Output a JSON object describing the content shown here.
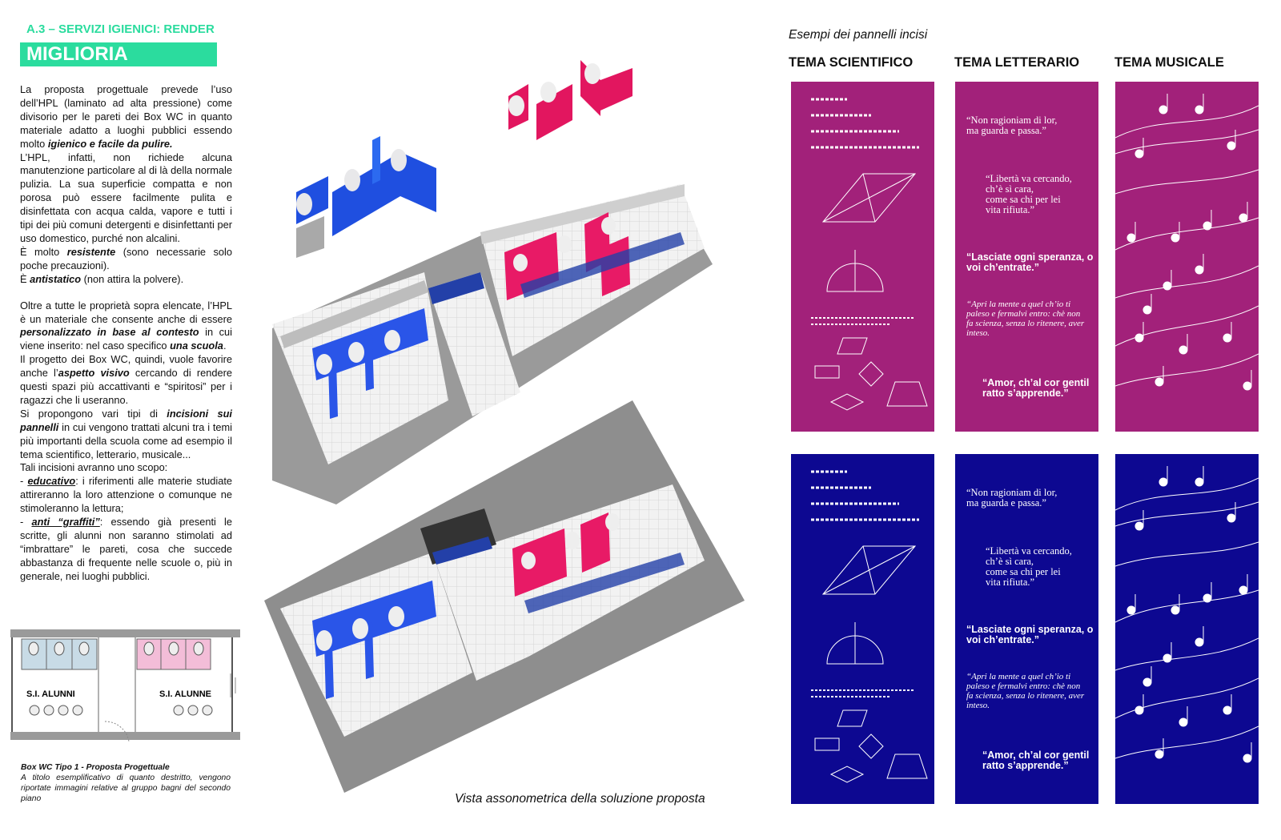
{
  "header": {
    "section": "A.3 – SERVIZI IGIENICI: RENDER",
    "badge": "MIGLIORIA"
  },
  "body": {
    "p1a": "La proposta progettuale prevede l’uso dell’HPL (laminato ad alta pressione) come divisorio per le pareti dei Box WC in quanto materiale adatto a luoghi pubblici essendo molto ",
    "p1b": "igienico e facile da pulire.",
    "p2": "L’HPL, infatti, non richiede alcuna manutenzione particolare al di là della normale pulizia. La sua superficie compatta e non porosa può essere facilmente pulita e disinfettata con acqua calda, vapore e tutti i tipi dei più comuni detergenti e disinfettanti per uso domestico, purché non alcalini.",
    "p3a": "È molto ",
    "p3b": "resistente",
    "p3c": " (sono necessarie solo poche precauzioni).",
    "p4a": "È ",
    "p4b": "antistatico",
    "p4c": " (non attira la polvere).",
    "p5a": "Oltre a tutte le proprietà sopra elencate, l’HPL è un materiale che consente anche di essere ",
    "p5b": "personalizzato in base al contesto",
    "p5c": " in cui viene inserito: nel caso specifico ",
    "p5d": "una scuola",
    ".": ".",
    "p6a": "Il progetto dei Box WC, quindi, vuole favorire anche l’",
    "p6b": "aspetto visivo",
    "p6c": " cercando di rendere questi spazi più accattivanti e “spiritosi” per i ragazzi che li useranno.",
    "p7a": "Si propongono vari tipi di ",
    "p7b": "incisioni sui pannelli",
    "p7c": " in cui vengono trattati alcuni tra i temi più importanti della scuola come ad esempio il tema  scientifico, letterario, musicale...",
    "p8": "Tali incisioni avranno uno scopo:",
    "p9a": "- ",
    "p9b": "educativo",
    "p9c": ": i riferimenti alle materie studiate attireranno la loro attenzione o comunque ne stimoleranno la lettura;",
    "p10a": "- ",
    "p10b": "anti “graffiti”",
    "p10c": ": essendo già presenti le scritte, gli alunni non saranno stimolati ad “imbrattare” le pareti, cosa che succede abbastanza di frequente nelle scuole o, più in generale, nei luoghi pubblici."
  },
  "plan": {
    "label_left": "S.I. ALUNNI",
    "label_right": "S.I. ALUNNE"
  },
  "plan_caption": {
    "title": "Box WC Tipo 1 - Proposta Progettuale",
    "desc": "A titolo esemplificativo di quanto destritto, vengono riportate immagini relative al gruppo bagni del secondo piano"
  },
  "axon": {
    "caption": "Vista assonometrica della soluzione proposta"
  },
  "panels": {
    "title": "Esempi dei pannelli incisi",
    "themes": [
      "TEMA SCIENTIFICO",
      "TEMA LETTERARIO",
      "TEMA MUSICALE"
    ],
    "quotes": {
      "q1": "“Non ragioniam di lor,\nma guarda e passa.”",
      "q2": "“Libertà va cercando,\nch’è sì cara,\ncome sa chi per lei\nvita rifiuta.”",
      "q3": "“Lasciate ogni speranza, o\nvoi ch’entrate.”",
      "q4": "“Apri la mente a quel ch’io ti\npaleso e fermalvi entro: chè non\nfa scienza, senza lo ritenere, aver\ninteso.",
      "q5": "“Amor, ch’al cor gentil\nratto s’apprende.”"
    }
  },
  "colors": {
    "accent": "#2bdc9e",
    "magenta": "#a2217a",
    "blue": "#0d0891",
    "pink": "#e01a6a",
    "tile_blue": "#2340a8"
  }
}
